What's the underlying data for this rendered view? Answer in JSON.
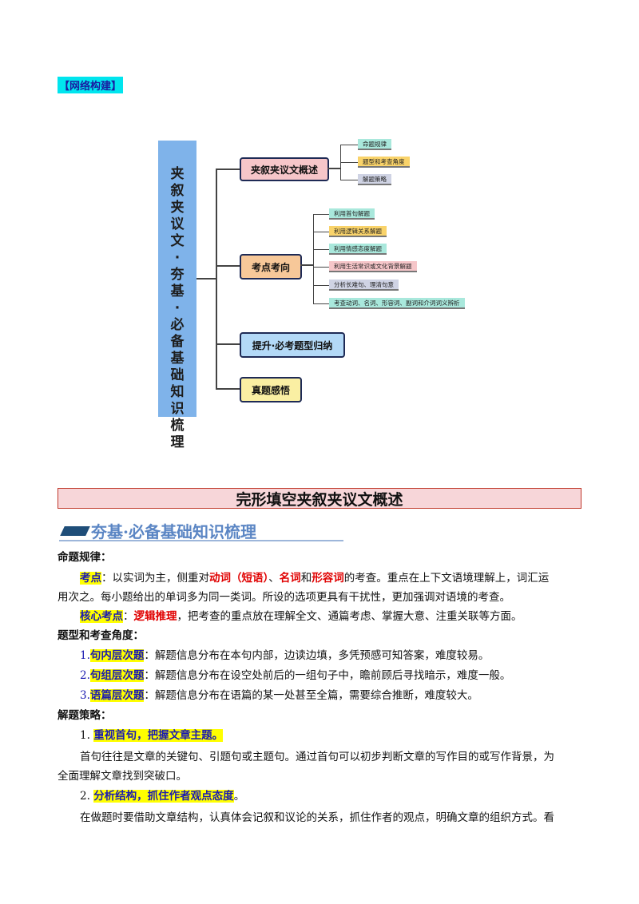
{
  "network_label": "【网络构建】",
  "mindmap": {
    "root": "夹叙夹议文·夯基·必备基础知识梳理",
    "branches": [
      {
        "label": "夹叙夹议文概述",
        "leaves": [
          "命题规律",
          "题型和考查角度",
          "解题策略"
        ]
      },
      {
        "label": "考点考向",
        "leaves": [
          "利用首句解题",
          "利用逻辑关系解题",
          "利用情感态度解题",
          "利用生活常识或文化背景解题",
          "分析长难句、理清句意",
          "考查动词、名词、形容词、副词和介词词义辨析"
        ]
      },
      {
        "label": "提升·必考题型归纳",
        "leaves": []
      },
      {
        "label": "真题感悟",
        "leaves": []
      }
    ]
  },
  "section_title": "完形填空夹叙夹议文概述",
  "banner": "夯基·必备基础知识梳理",
  "body": {
    "h_rules": "命题规律：",
    "p1_label": "考点",
    "p1_a": "：以实词为主，侧重对",
    "p1_red1": "动词（短语）",
    "p1_b": "、",
    "p1_red2": "名词",
    "p1_c": "和",
    "p1_red3": "形容词",
    "p1_d": "的考查。重点在上下文语境理解上，词汇运",
    "p1_line2": "用次之。每小题给出的单词多为同一类词。所设的选项更具有干扰性，更加强调对语境的考查。",
    "p2_label": "核心考点",
    "p2_a": "：",
    "p2_red": "逻辑推理",
    "p2_b": "，把考查的重点放在理解全文、通篇考虑、掌握大意、注重关联等方面。",
    "h_types": "题型和考查角度：",
    "t1_num": "1.",
    "t1_label": "句内层次题",
    "t1_text": "：解题信息分布在本句内部，边读边填，多凭预感可知答案，难度较易。",
    "t2_num": "2.",
    "t2_label": "句组层次题",
    "t2_text": "：解题信息分布在设空处前后的一组句子中，瞻前顾后寻找暗示，难度一般。",
    "t3_num": "3.",
    "t3_label": "语篇层次题",
    "t3_text": "：解题信息分布在语篇的某一处甚至全篇，需要综合推断，难度较大。",
    "h_strategy": "解题策略：",
    "s1_num": "1.",
    "s1_label": "重视首句，把握文章主题。",
    "s1_line1": "首句往往是文章的关键句、引题句或主题句。通过首句可以初步判断文章的写作目的或写作背景，为",
    "s1_line2": "全面理解文章找到突破口。",
    "s2_num": "2.",
    "s2_label": "分析结构，抓住作者观点态度",
    "s2_dot": "。",
    "s2_line1": "在做题时要借助文章结构，认真体会记叙和议论的关系，抓住作者的观点，明确文章的组织方式。看"
  }
}
